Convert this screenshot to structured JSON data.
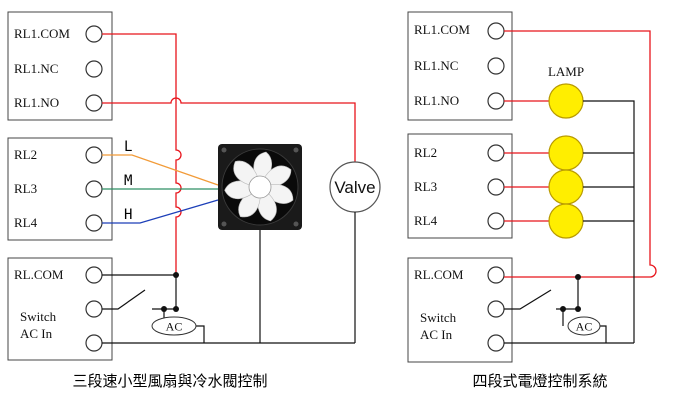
{
  "left_panel": {
    "top_box": [
      "RL1.COM",
      "RL1.NC",
      "RL1.NO"
    ],
    "mid_box": [
      "RL2",
      "RL3",
      "RL4"
    ],
    "bottom_box": {
      "com": "RL.COM",
      "switch": "Switch",
      "acin": "AC In"
    },
    "speed_labels": [
      "L",
      "M",
      "H"
    ],
    "valve_label": "Valve",
    "ac_label": "AC",
    "caption": "三段速小型風扇與冷水閥控制"
  },
  "right_panel": {
    "top_box": [
      "RL1.COM",
      "RL1.NC",
      "RL1.NO"
    ],
    "mid_box": [
      "RL2",
      "RL3",
      "RL4"
    ],
    "bottom_box": {
      "com": "RL.COM",
      "switch": "Switch",
      "acin": "AC In"
    },
    "lamp_label": "LAMP",
    "ac_label": "AC",
    "caption": "四段式電燈控制系統"
  },
  "colors": {
    "red_wire": "#e8141b",
    "black_wire": "#111111",
    "low_wire": "#f29b38",
    "med_wire": "#2e8f63",
    "high_wire": "#1c3fb8",
    "lamp_fill": "#ffee00",
    "lamp_stroke": "#b89a00"
  },
  "icons": [
    "fan-icon",
    "lamp-icon",
    "valve-icon",
    "ac-source-icon",
    "switch-icon"
  ]
}
